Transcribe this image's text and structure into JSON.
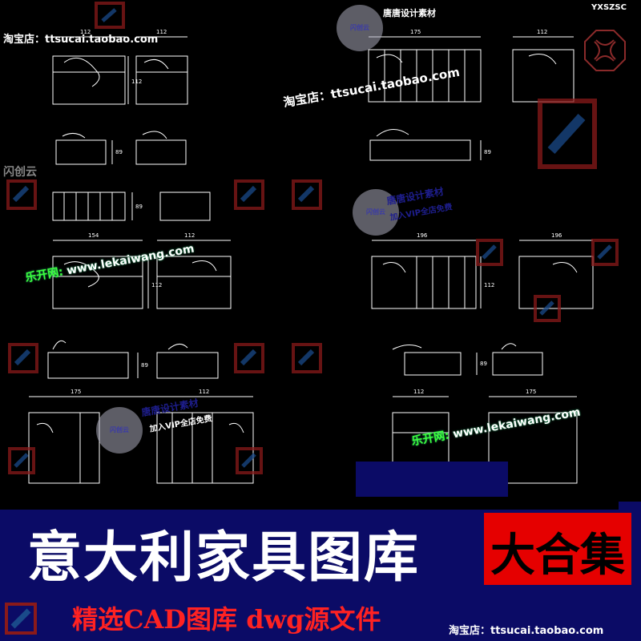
{
  "code": "YXSZSC",
  "shop_watermark": "淘宝店：ttsucai.taobao.com",
  "site_watermark": {
    "cn": "乐开网:",
    "url": "www.lekaiwang.com"
  },
  "stamp_text": "闪创云",
  "badge_line1": "唐唐设计素材",
  "badge_line2": "加入VIP全店免费",
  "dimensions": {
    "w112": "112",
    "w175": "175",
    "w154": "154",
    "w196": "196",
    "h89": "89",
    "h112": "112",
    "unit": "cm"
  },
  "banner": {
    "title": "意大利家具图库",
    "badge": "大合集",
    "subtitle": "精选CAD图库  dwg源文件",
    "shop": "淘宝店：ttsucai.taobao.com"
  },
  "colors": {
    "background": "#000000",
    "banner_blue": "#0b0b66",
    "badge_red": "#e50000",
    "subtitle_red": "#ff2222",
    "site_green": "#3cff3c",
    "logo_red": "#8a1a1a",
    "logo_blue": "#1a4a8a"
  }
}
